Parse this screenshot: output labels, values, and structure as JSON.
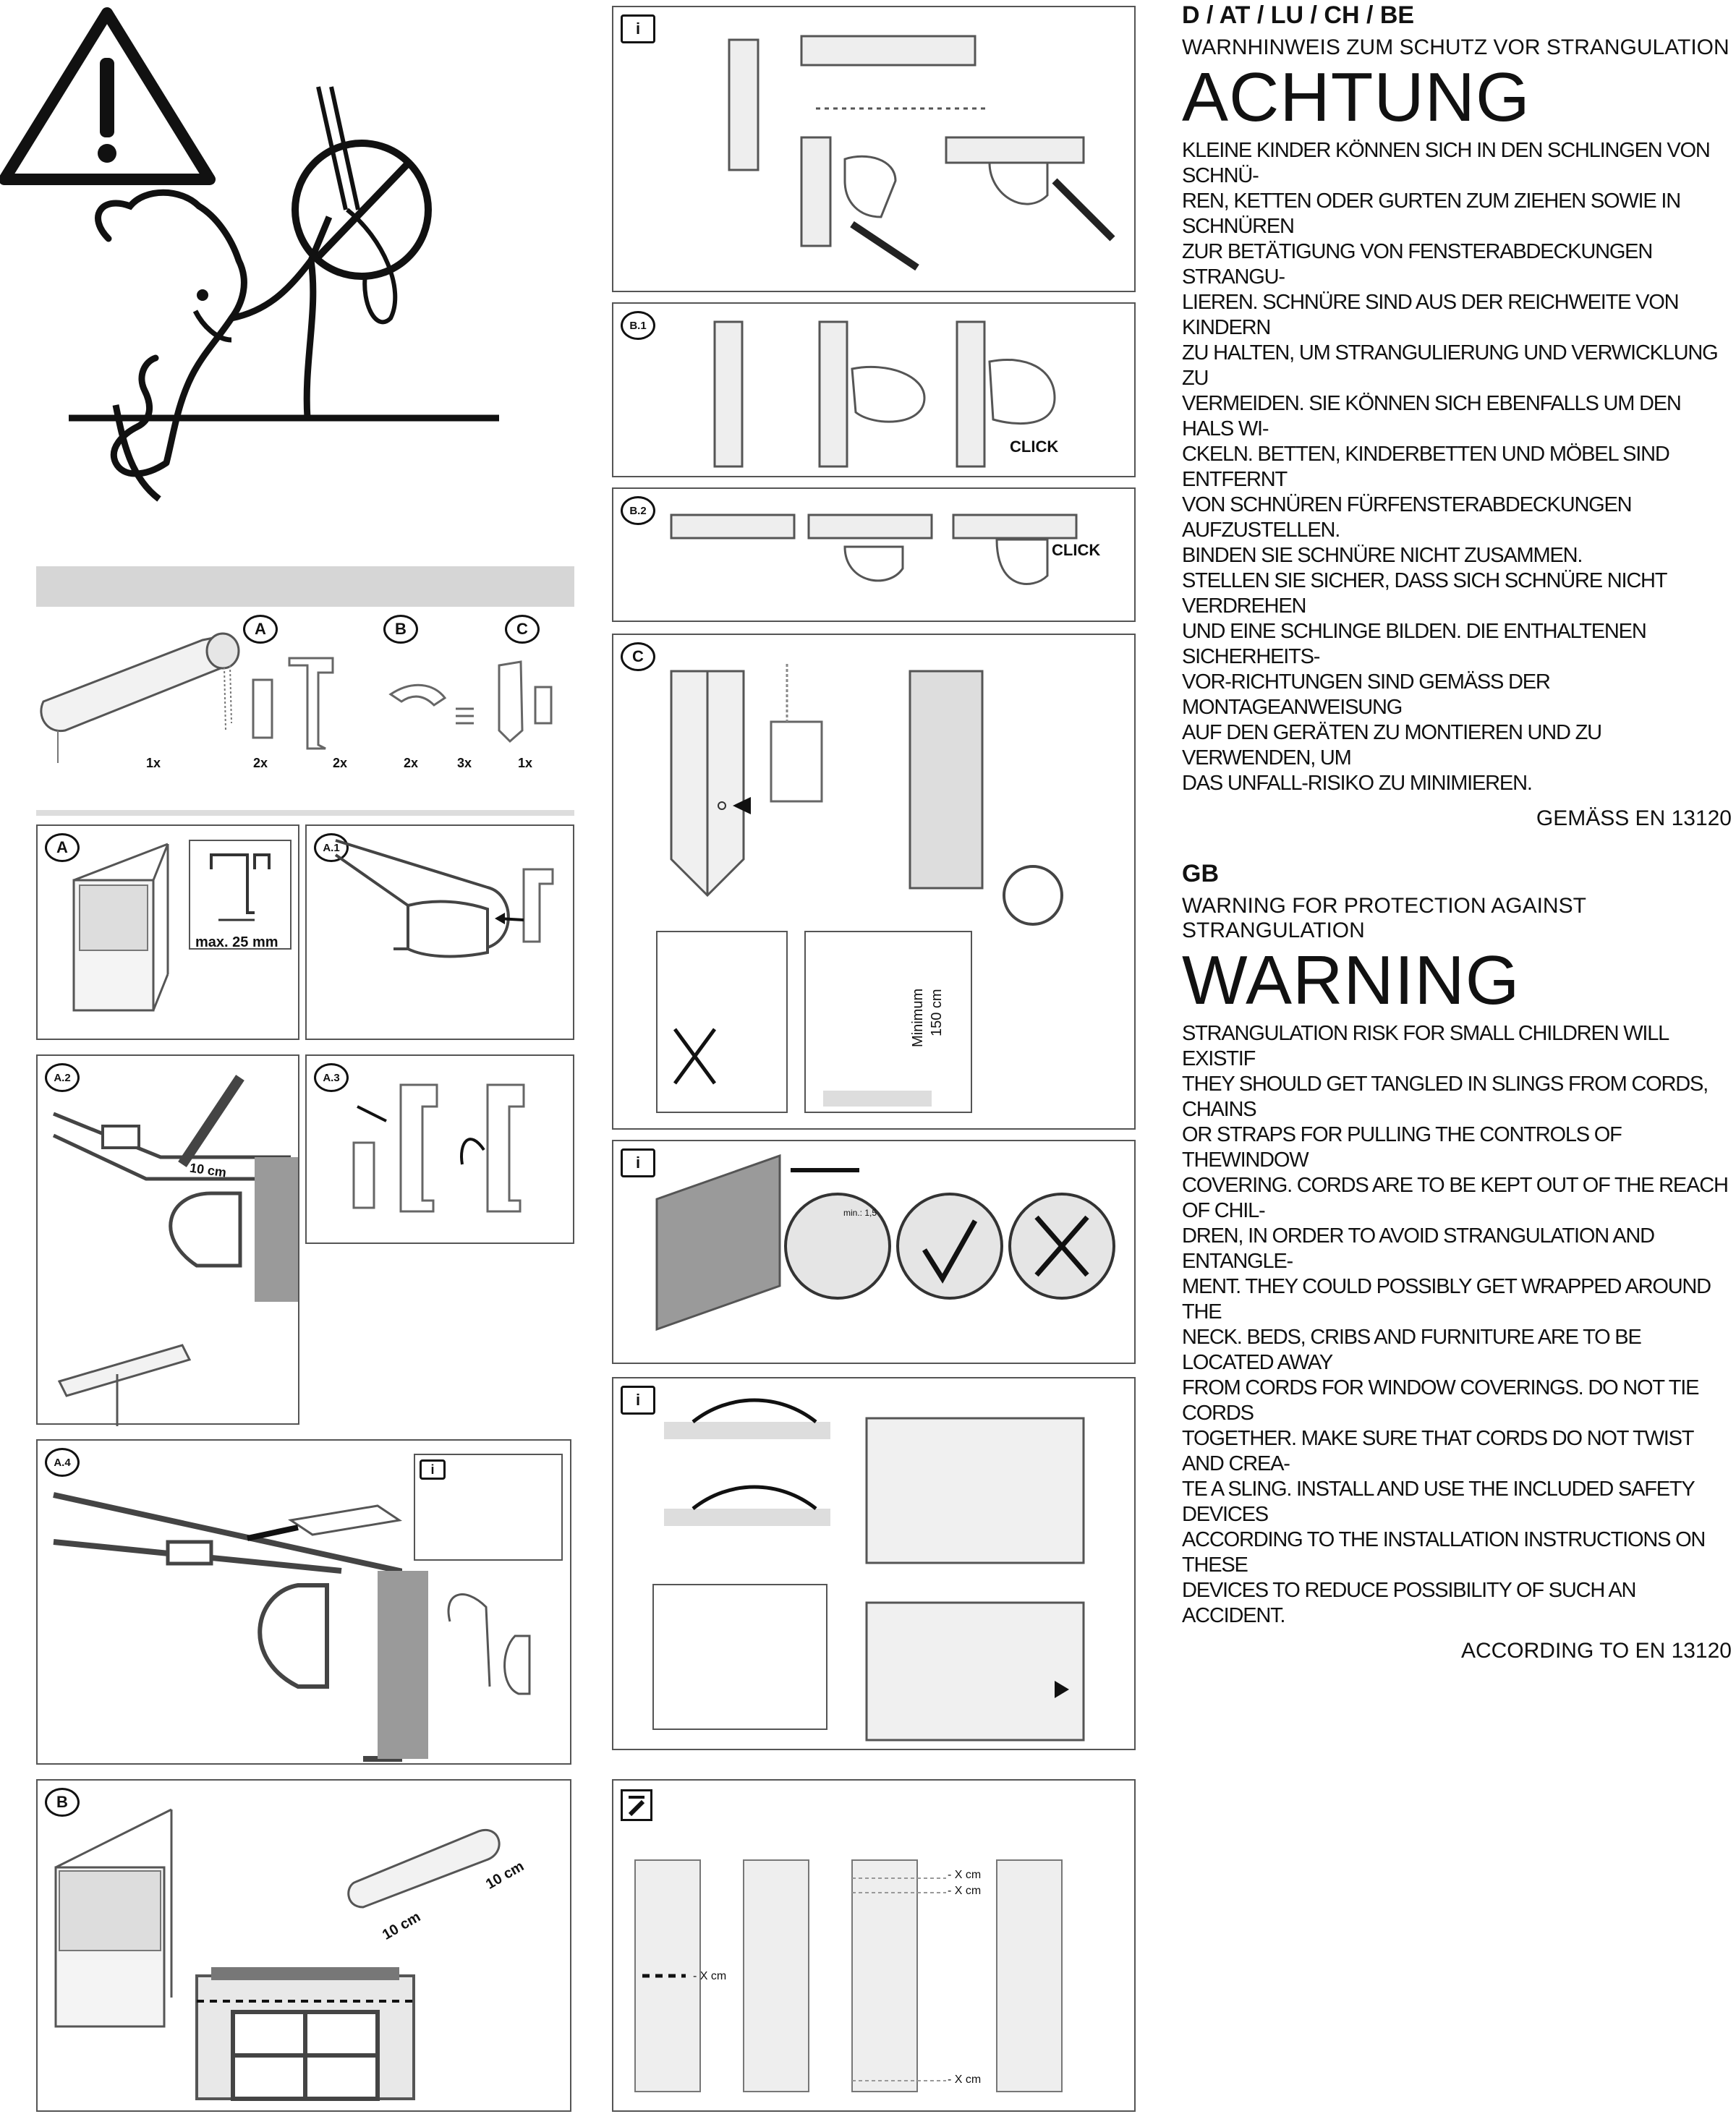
{
  "de": {
    "region": "D / AT / LU / CH / BE",
    "subtitle": "WARNHINWEIS ZUM SCHUTZ VOR STRANGULATION",
    "heading": "ACHTUNG",
    "body": "KLEINE KINDER KÖNNEN SICH IN DEN SCHLINGEN VON SCHNÜ-\nREN, KETTEN ODER GURTEN ZUM ZIEHEN SOWIE IN SCHNÜREN\nZUR BETÄTIGUNG VON FENSTERABDECKUNGEN STRANGU-\nLIEREN. SCHNÜRE SIND AUS DER REICHWEITE VON KINDERN\nZU HALTEN, UM STRANGULIERUNG UND VERWICKLUNG ZU\nVERMEIDEN. SIE KÖNNEN SICH EBENFALLS UM DEN HALS WI-\nCKELN. BETTEN, KINDERBETTEN UND MÖBEL SIND ENTFERNT\nVON SCHNÜREN FÜRFENSTERABDECKUNGEN AUFZUSTELLEN.\nBINDEN SIE SCHNÜRE NICHT ZUSAMMEN.\nSTELLEN SIE SICHER, DASS SICH SCHNÜRE NICHT VERDREHEN\nUND EINE SCHLINGE BILDEN. DIE ENTHALTENEN SICHERHEITS-\nVOR-RICHTUNGEN SIND GEMÄSS DER MONTAGEANWEISUNG\nAUF DEN GERÄTEN ZU MONTIEREN UND ZU VERWENDEN, UM\nDAS UNFALL-RISIKO ZU MINIMIEREN.",
    "standard": "GEMÄSS EN 13120"
  },
  "gb": {
    "region": "GB",
    "subtitle": "WARNING FOR PROTECTION AGAINST STRANGULATION",
    "heading": "WARNING",
    "body": "STRANGULATION RISK FOR SMALL CHILDREN WILL EXISTIF\nTHEY SHOULD GET TANGLED IN SLINGS FROM CORDS, CHAINS\nOR STRAPS FOR PULLING THE CONTROLS OF THEWINDOW\nCOVERING. CORDS ARE TO BE KEPT OUT OF THE REACH OF CHIL-\nDREN, IN ORDER TO AVOID STRANGULATION AND ENTANGLE-\nMENT. THEY COULD POSSIBLY GET WRAPPED AROUND THE\nNECK. BEDS, CRIBS AND FURNITURE ARE TO BE LOCATED AWAY\nFROM CORDS FOR WINDOW COVERINGS. DO NOT TIE CORDS\nTOGETHER. MAKE SURE THAT CORDS DO NOT TWIST AND CREA-\nTE A SLING. INSTALL AND USE THE INCLUDED SAFETY DEVICES\nACCORDING TO THE INSTALLATION INSTRUCTIONS ON THESE\nDEVICES TO REDUCE POSSIBILITY OF SUCH AN ACCIDENT.",
    "standard": "ACCORDING TO EN 13120"
  },
  "parts": {
    "tags": [
      "A",
      "B",
      "C"
    ],
    "quantities": [
      "1x",
      "2x",
      "2x",
      "2x",
      "3x",
      "1x"
    ]
  },
  "panels": {
    "a": "A",
    "a1": "A.1",
    "a2": "A.2",
    "a3": "A.3",
    "a4": "A.4",
    "b": "B",
    "b1": "B.1",
    "b2": "B.2",
    "c": "C",
    "info": "i",
    "max_label": "max. 25 mm",
    "ten_cm": "10 cm",
    "click": "CLICK",
    "minimum": "Minimum",
    "min_height": "150 cm",
    "min_dist": "min.: 1,5",
    "x_cm": "- X cm"
  }
}
